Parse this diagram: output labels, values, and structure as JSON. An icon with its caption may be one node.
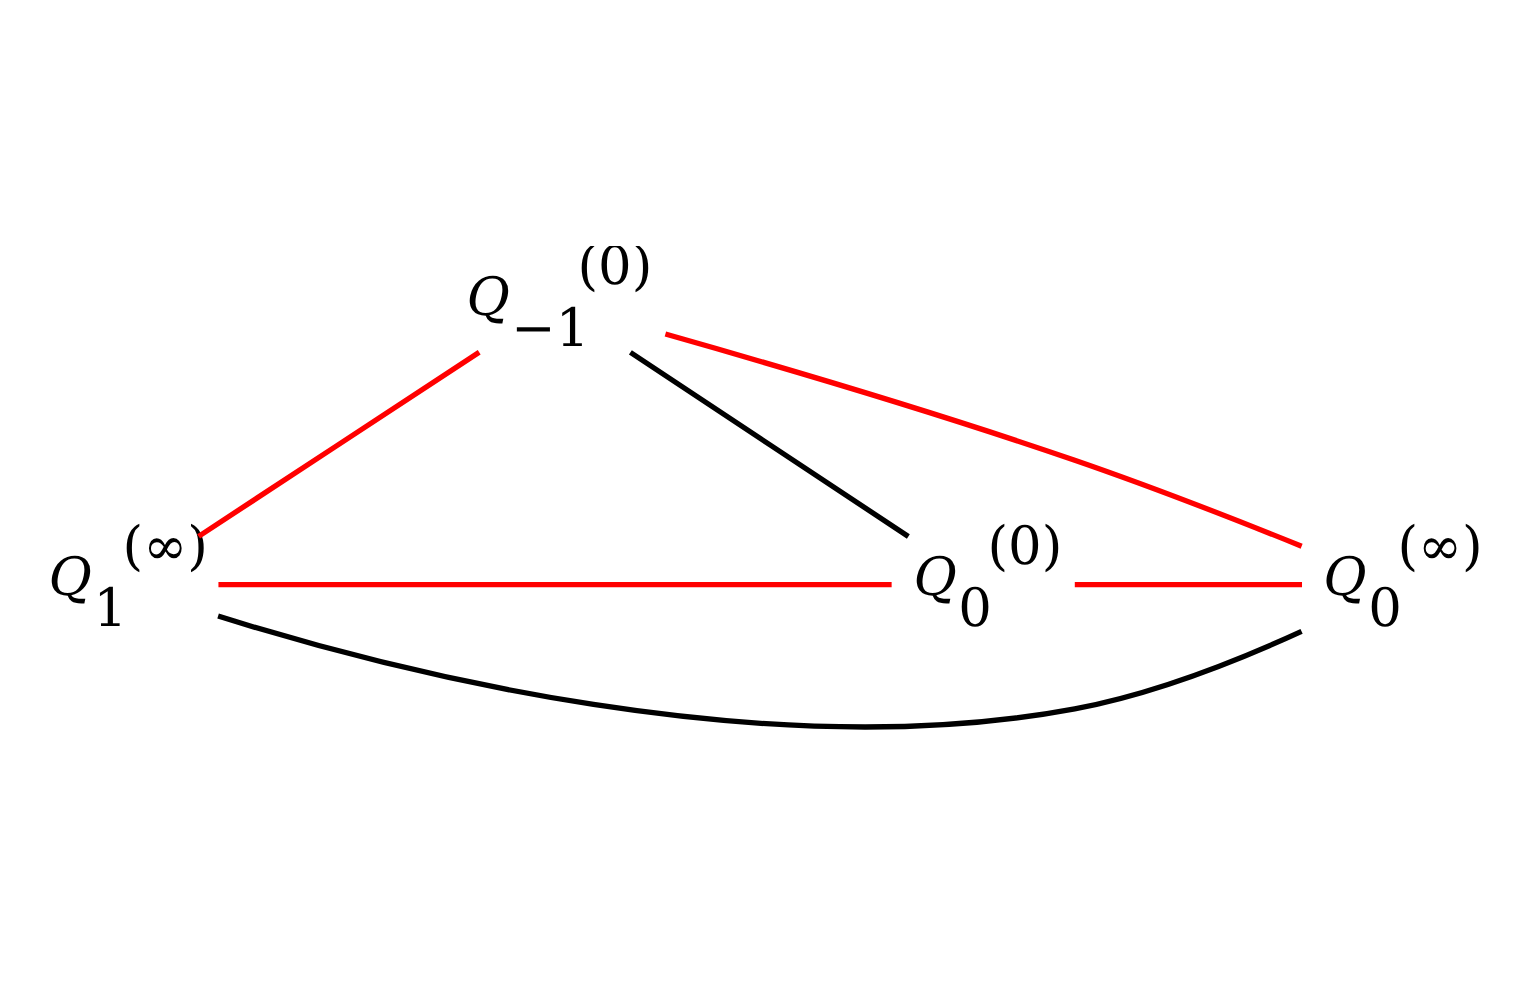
{
  "diagram": {
    "nodes": [
      {
        "text": [
          "Q$_{−1}$$^{(0)}$"
        ]
      },
      {
        "text": [
          "Q$_{0}$$^{(∞)}$"
        ]
      },
      {
        "text": [
          "Q$_{0}$$^{(0)}$"
        ]
      },
      {
        "text": [
          "Q$_{1}$$^{(∞)}$"
        ]
      }
    ],
    "edges": [
      {
        "from": 3,
        "to": 1,
        "arrow": "none",
        "color": "#000000"
      },
      {
        "from": 0,
        "to": 1,
        "arrow": "none"
      },
      {
        "from": 3,
        "to": 0,
        "arrow": "none"
      },
      {
        "from": 0,
        "to": 2,
        "arrow": "none",
        "color": "#000000"
      },
      {
        "from": 2,
        "to": 1,
        "arrow": "none"
      },
      {
        "from": 3,
        "to": 2,
        "arrow": "none"
      }
    ]
  }
}
